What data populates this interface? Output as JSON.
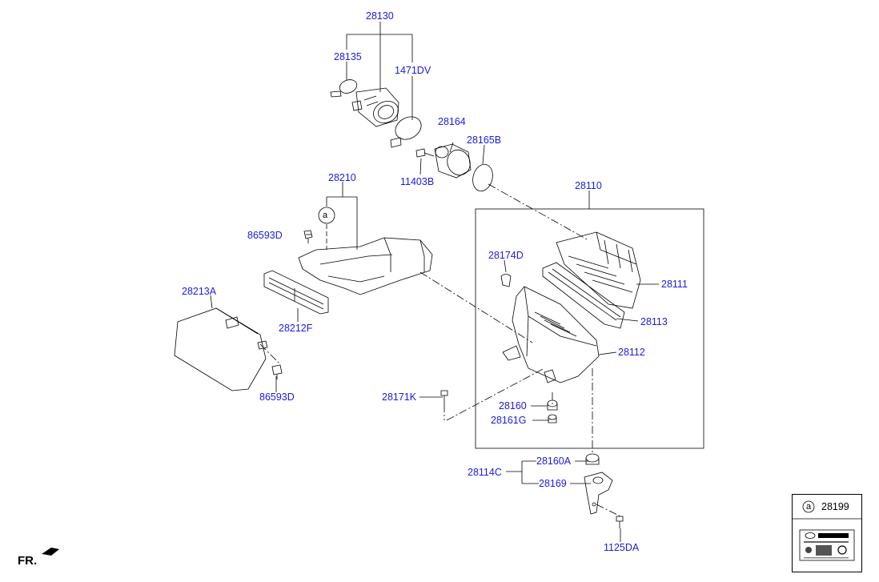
{
  "diagram": {
    "labels": {
      "p28130": "28130",
      "p28135": "28135",
      "p1471DV": "1471DV",
      "p28164": "28164",
      "p28165B": "28165B",
      "p11403B": "11403B",
      "p28210": "28210",
      "p28110": "28110",
      "p86593D_top": "86593D",
      "p28174D": "28174D",
      "p28111": "28111",
      "p28213A": "28213A",
      "p28212F": "28212F",
      "p28113": "28113",
      "p28112": "28112",
      "p86593D_bot": "86593D",
      "p28171K": "28171K",
      "p28160": "28160",
      "p28161G": "28161G",
      "p28160A": "28160A",
      "p28114C": "28114C",
      "p28169": "28169",
      "p1125DA": "1125DA",
      "ref_a": "a",
      "legend_a": "a",
      "legend_part": "28199",
      "fr": "FR."
    }
  }
}
